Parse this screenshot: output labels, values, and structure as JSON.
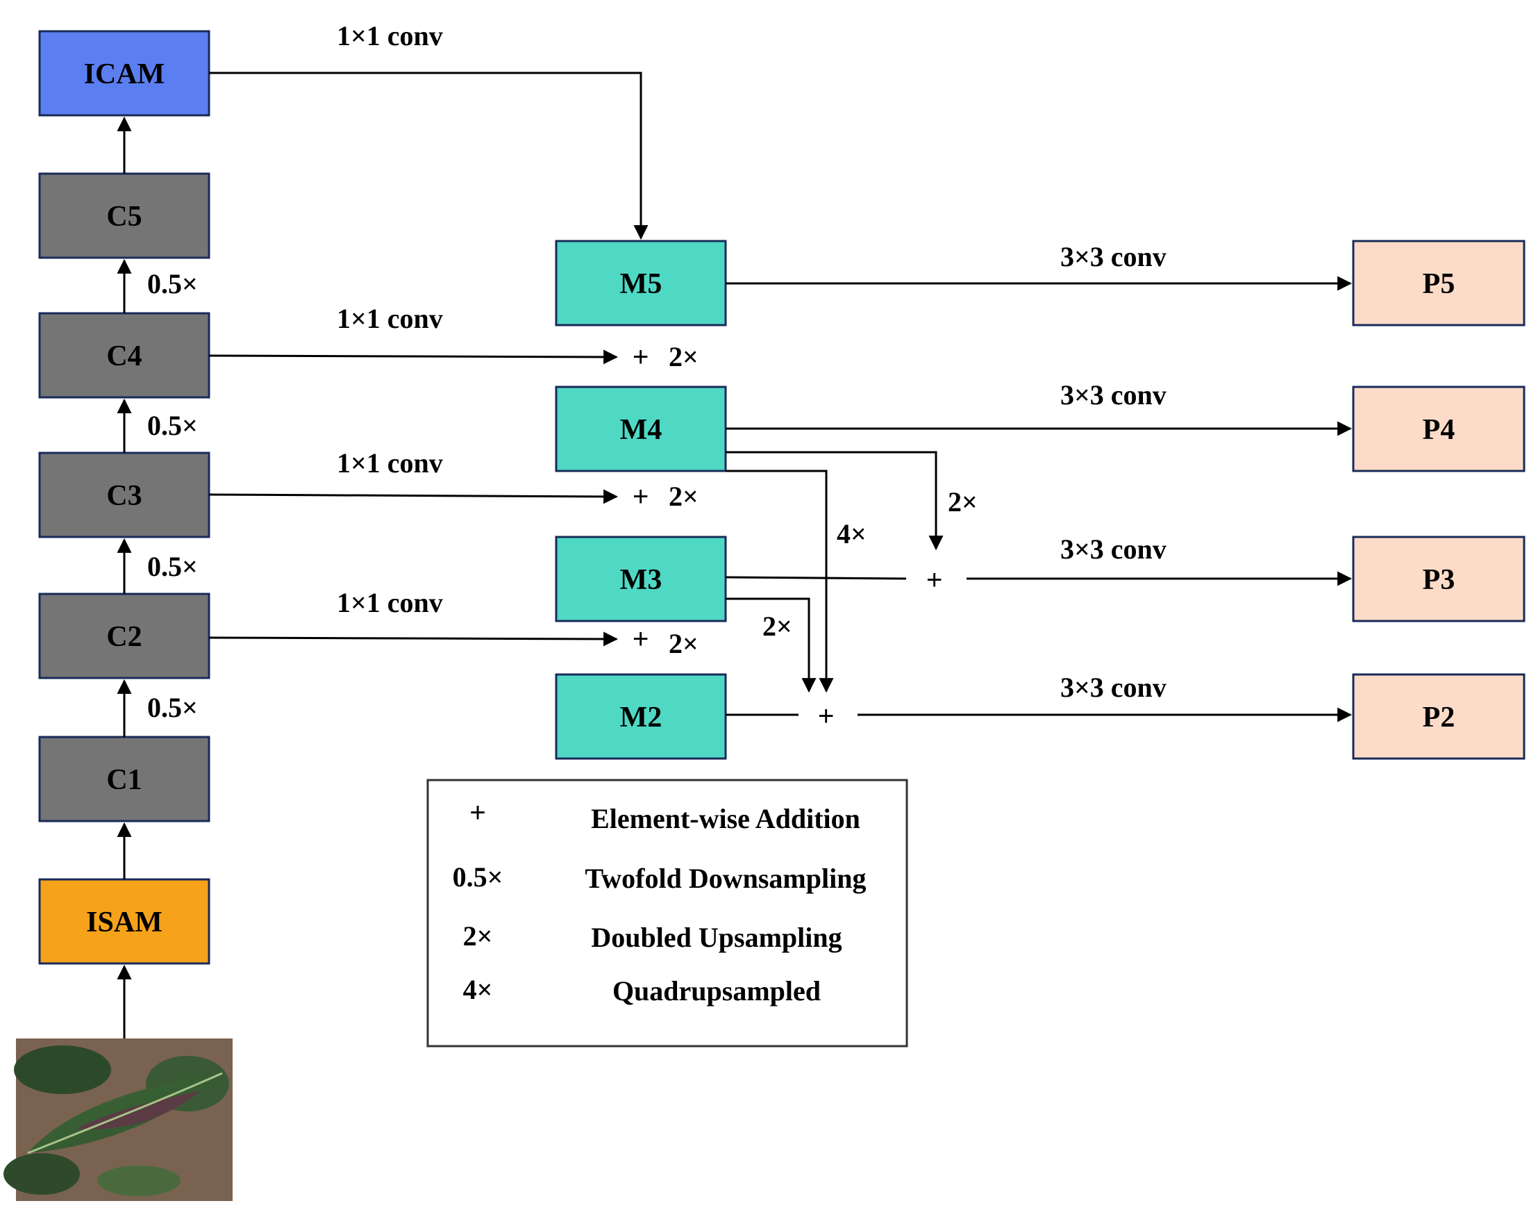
{
  "colors": {
    "icam": "#5b7ff0",
    "backbone": "#757575",
    "isam": "#f7a21b",
    "merge": "#4fd9c5",
    "output": "#fcdcc8",
    "border": "#1a2a5a",
    "line": "#000000"
  },
  "boxes": {
    "icam": "ICAM",
    "c5": "C5",
    "c4": "C4",
    "c3": "C3",
    "c2": "C2",
    "c1": "C1",
    "isam": "ISAM",
    "m5": "M5",
    "m4": "M4",
    "m3": "M3",
    "m2": "M2",
    "p5": "P5",
    "p4": "P4",
    "p3": "P3",
    "p2": "P2"
  },
  "labels": {
    "conv1x1": "1×1 conv",
    "conv3x3": "3×3 conv",
    "down": "0.5×",
    "up2": "2×",
    "up4": "4×",
    "plus": "+"
  },
  "legend": [
    {
      "symbol": "+",
      "text": "Element-wise Addition"
    },
    {
      "symbol": "0.5×",
      "text": "Twofold Downsampling"
    },
    {
      "symbol": "2×",
      "text": "Doubled Upsampling"
    },
    {
      "symbol": "4×",
      "text": "Quadrupsampled"
    }
  ],
  "input_image": "tea-leaf-photo"
}
